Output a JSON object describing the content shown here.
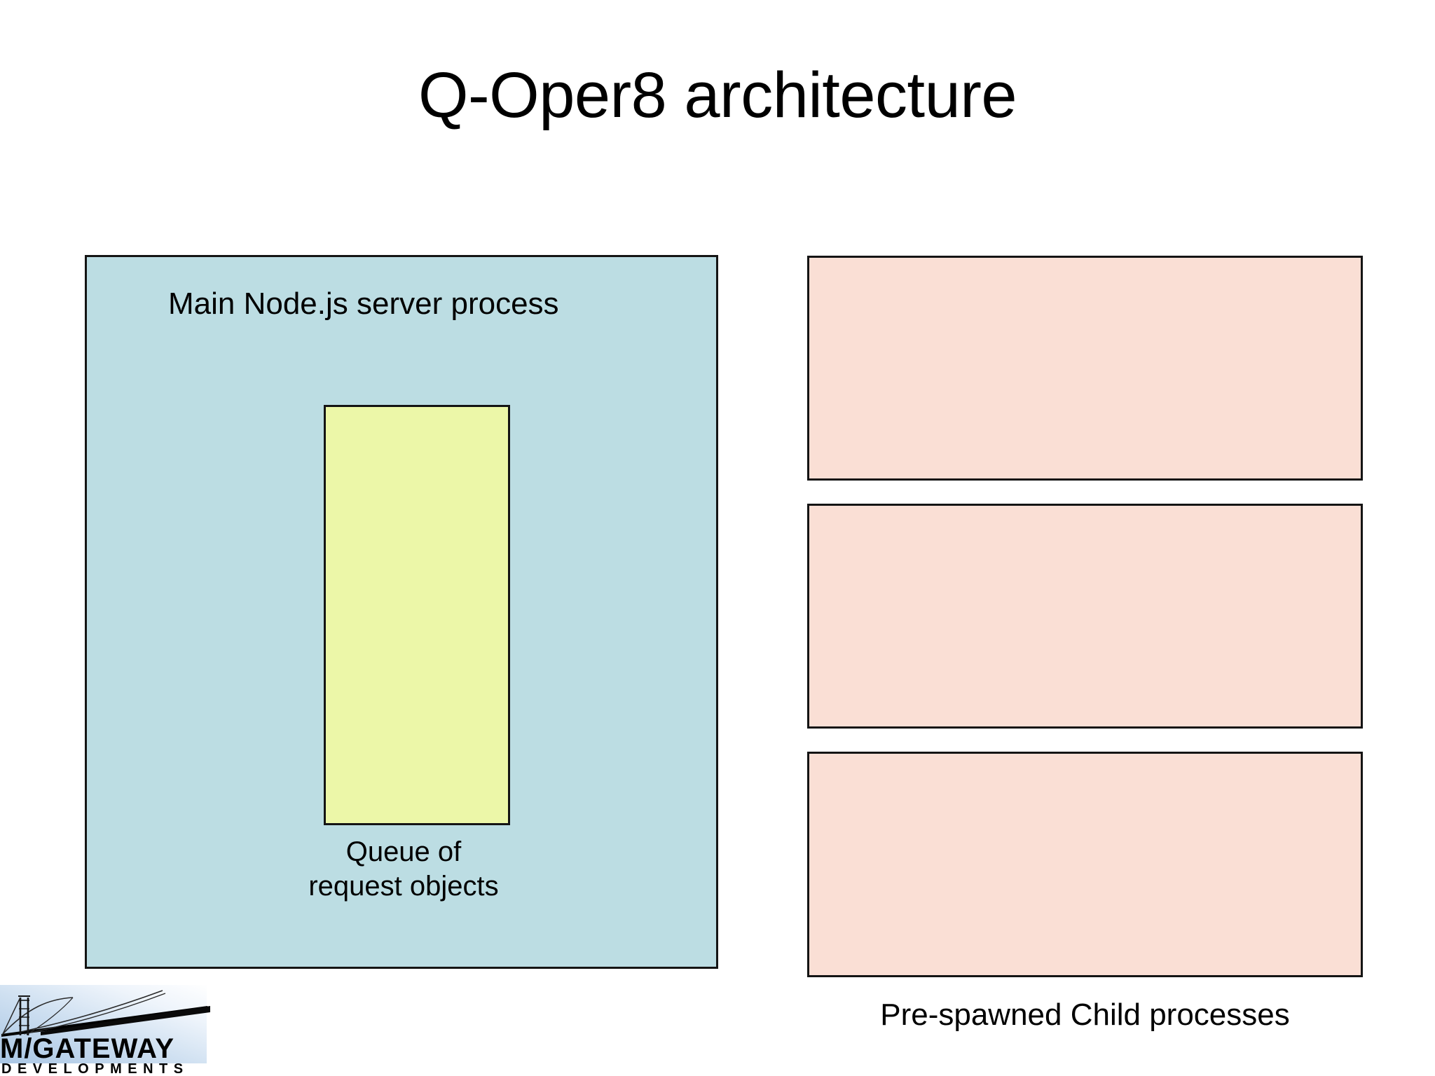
{
  "slide": {
    "title": "Q-Oper8 architecture",
    "background_color": "#ffffff"
  },
  "main_process": {
    "label": "Main Node.js server process",
    "fill_color": "#bcdde3",
    "border_color": "#141414",
    "queue": {
      "label_line1": "Queue of",
      "label_line2": "request objects",
      "fill_color": "#ecf7a8",
      "border_color": "#141414"
    }
  },
  "child_processes": {
    "caption": "Pre-spawned Child processes",
    "fill_color": "#fadfd5",
    "border_color": "#141414",
    "count": 3,
    "boxes": [
      {
        "label": ""
      },
      {
        "label": ""
      },
      {
        "label": ""
      }
    ]
  },
  "logo": {
    "name": "M/GATEWAY",
    "tagline": "DEVELOPMENTS",
    "icon": "suspension-bridge-icon"
  }
}
